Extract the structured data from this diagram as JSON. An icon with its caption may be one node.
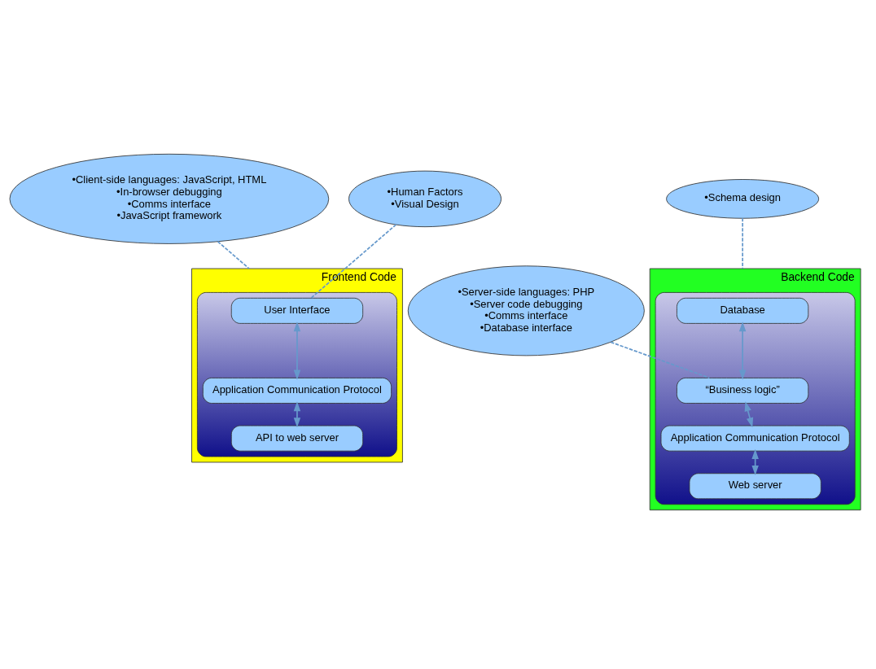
{
  "diagram": {
    "nodes": [
      {
        "text": [
          "Frontend Code"
        ]
      },
      {
        "text": [],
        "shape": "box",
        "in": 0
      },
      {
        "text": [
          "User Interface"
        ],
        "in": 1
      },
      {
        "text": [
          "Application Communication Protocol"
        ],
        "in": 1
      },
      {
        "text": [
          "API to web server"
        ],
        "in": 1
      },
      {
        "text": [
          "Backend Code"
        ]
      },
      {
        "text": [],
        "shape": "box",
        "in": 5
      },
      {
        "text": [
          "Database"
        ],
        "in": 6
      },
      {
        "text": [
          "“Business logic”"
        ],
        "in": 6
      },
      {
        "text": [
          "Application Communication Protocol"
        ],
        "in": 6
      },
      {
        "text": [
          "Web server"
        ],
        "in": 6
      },
      {
        "text": [
          "•Client-side languages: JavaScript, HTML",
          "•In-browser debugging",
          "•Comms interface",
          "•JavaScript framework"
        ]
      },
      {
        "text": [
          "•Schema design"
        ]
      },
      {
        "text": [
          "•Server-side languages: PHP",
          "•Server code debugging",
          "•Comms interface",
          "•Database interface"
        ]
      },
      {
        "text": [
          "•Human Factors",
          "•Visual Design"
        ]
      }
    ],
    "edges": [
      {
        "from": 2,
        "to": 3,
        "arrow": "both"
      },
      {
        "from": 3,
        "to": 4,
        "arrow": "both"
      },
      {
        "from": 7,
        "to": 8,
        "arrow": "both"
      },
      {
        "from": 8,
        "to": 9,
        "arrow": "both"
      },
      {
        "from": 9,
        "to": 10,
        "arrow": "both"
      },
      {
        "from": 11,
        "to": 0,
        "arrow": "none",
        "style": "dashed"
      },
      {
        "from": 12,
        "to": 5,
        "arrow": "none",
        "style": "dashed"
      },
      {
        "from": 13,
        "to": 8,
        "arrow": "none",
        "style": "dashed"
      },
      {
        "from": 14,
        "to": 2,
        "arrow": "none",
        "style": "dashed"
      }
    ]
  }
}
